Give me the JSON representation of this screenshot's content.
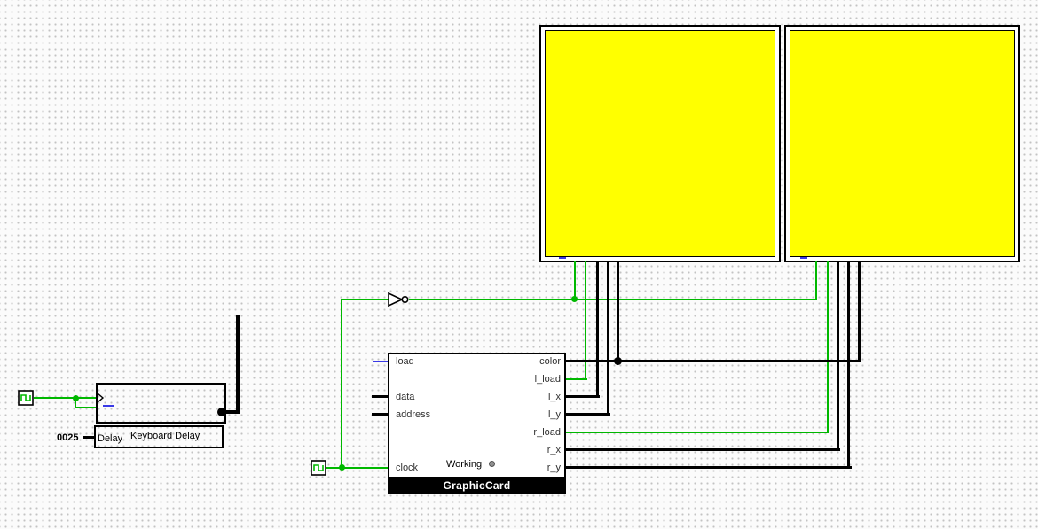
{
  "colors": {
    "canvas_bg": "#fbfbfb",
    "grid_dot": "#c3c3c3",
    "wire_on": "#00b800",
    "wire_bus": "#000000",
    "wire_floating": "#3a3ae6",
    "display_fill": "#ffff00",
    "component_stroke": "#000000",
    "led_off": "#909090",
    "title_bar_bg": "#000000",
    "title_bar_text": "#ffffff"
  },
  "graphic_card": {
    "title": "GraphicCard",
    "status_label": "Working",
    "ports_left": {
      "load": "load",
      "data": "data",
      "address": "address",
      "clock": "clock"
    },
    "ports_right": {
      "color": "color",
      "l_load": "l_load",
      "l_x": "l_x",
      "l_y": "l_y",
      "r_load": "r_load",
      "r_x": "r_x",
      "r_y": "r_y"
    }
  },
  "keyboard_delay": {
    "label": "Keyboard Delay",
    "port_label": "Delay",
    "delay_constant": "0025"
  },
  "icons": {
    "clock_left": "clock-wave-icon",
    "clock_bottom": "clock-wave-icon",
    "inverter": "not-gate-icon",
    "clock_input_marker": "chevron-right-icon"
  }
}
